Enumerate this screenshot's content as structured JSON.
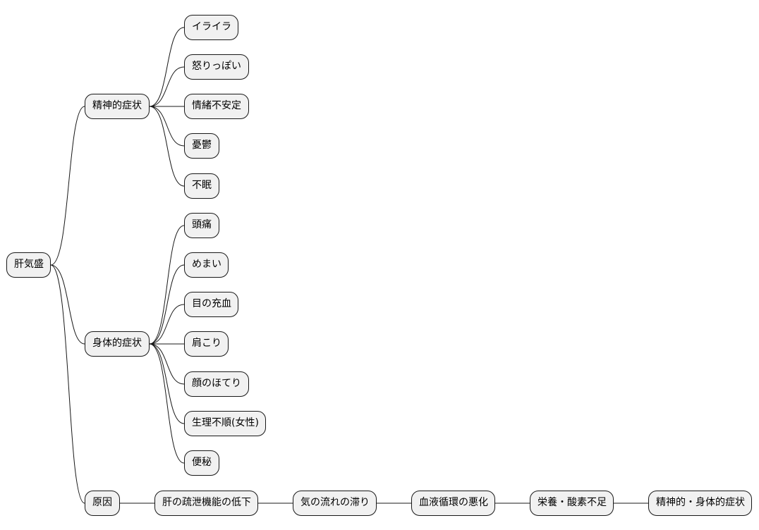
{
  "mindmap": {
    "root": {
      "label": "肝気盛"
    },
    "mental": {
      "label": "精神的症状",
      "items": [
        "イライラ",
        "怒りっぽい",
        "情緒不安定",
        "憂鬱",
        "不眠"
      ]
    },
    "physical": {
      "label": "身体的症状",
      "items": [
        "頭痛",
        "めまい",
        "目の充血",
        "肩こり",
        "顔のほてり",
        "生理不順(女性)",
        "便秘"
      ]
    },
    "cause": {
      "label": "原因",
      "chain": [
        "肝の疏泄機能の低下",
        "気の流れの滞り",
        "血液循環の悪化",
        "栄養・酸素不足",
        "精神的・身体的症状"
      ]
    }
  }
}
